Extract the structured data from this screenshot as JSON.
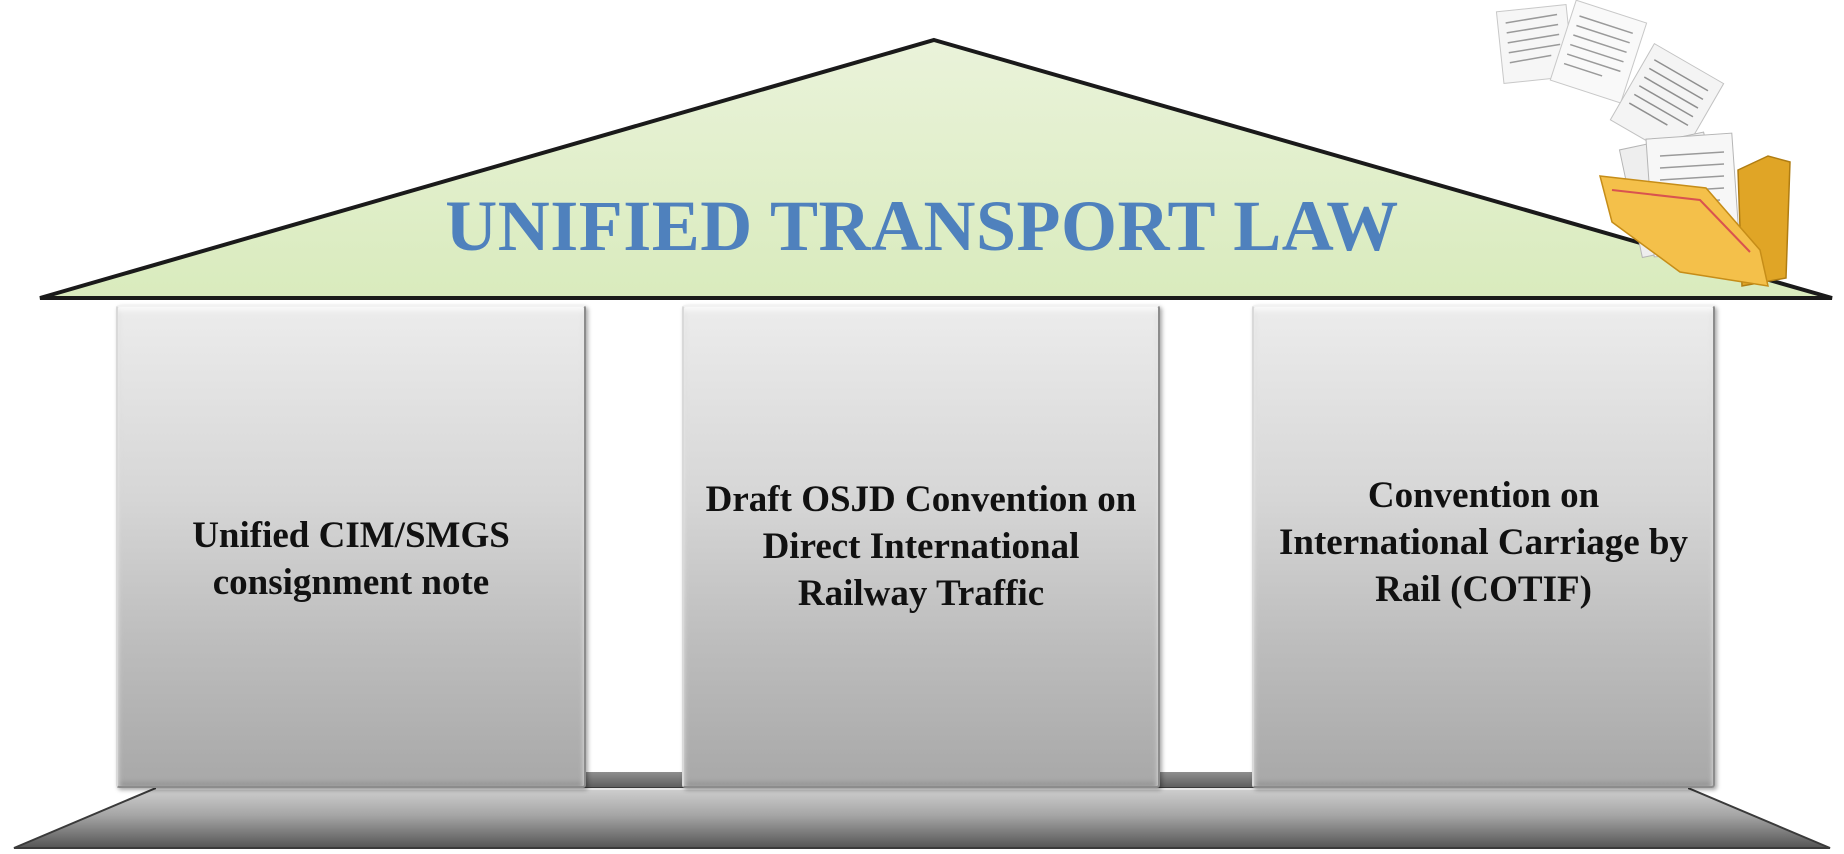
{
  "title": "UNIFIED TRANSPORT LAW",
  "pillars": [
    {
      "label": "Unified CIM/SMGS consignment note"
    },
    {
      "label": "Draft OSJD Convention on Direct International Railway Traffic"
    },
    {
      "label": "Convention on International Carriage by Rail (COTIF)"
    }
  ],
  "icons": {
    "documents": "documents-folder-icon"
  },
  "colors": {
    "title": "#4f81bd",
    "roof_fill": "#e2efcb",
    "roof_outline": "#1a1a1a",
    "pillar_light": "#ececec",
    "pillar_dark": "#a8a8a8",
    "pillar_text": "#111111",
    "base_light": "#c9c9c9",
    "base_dark": "#4d4d4d",
    "folder": "#f2b632"
  }
}
